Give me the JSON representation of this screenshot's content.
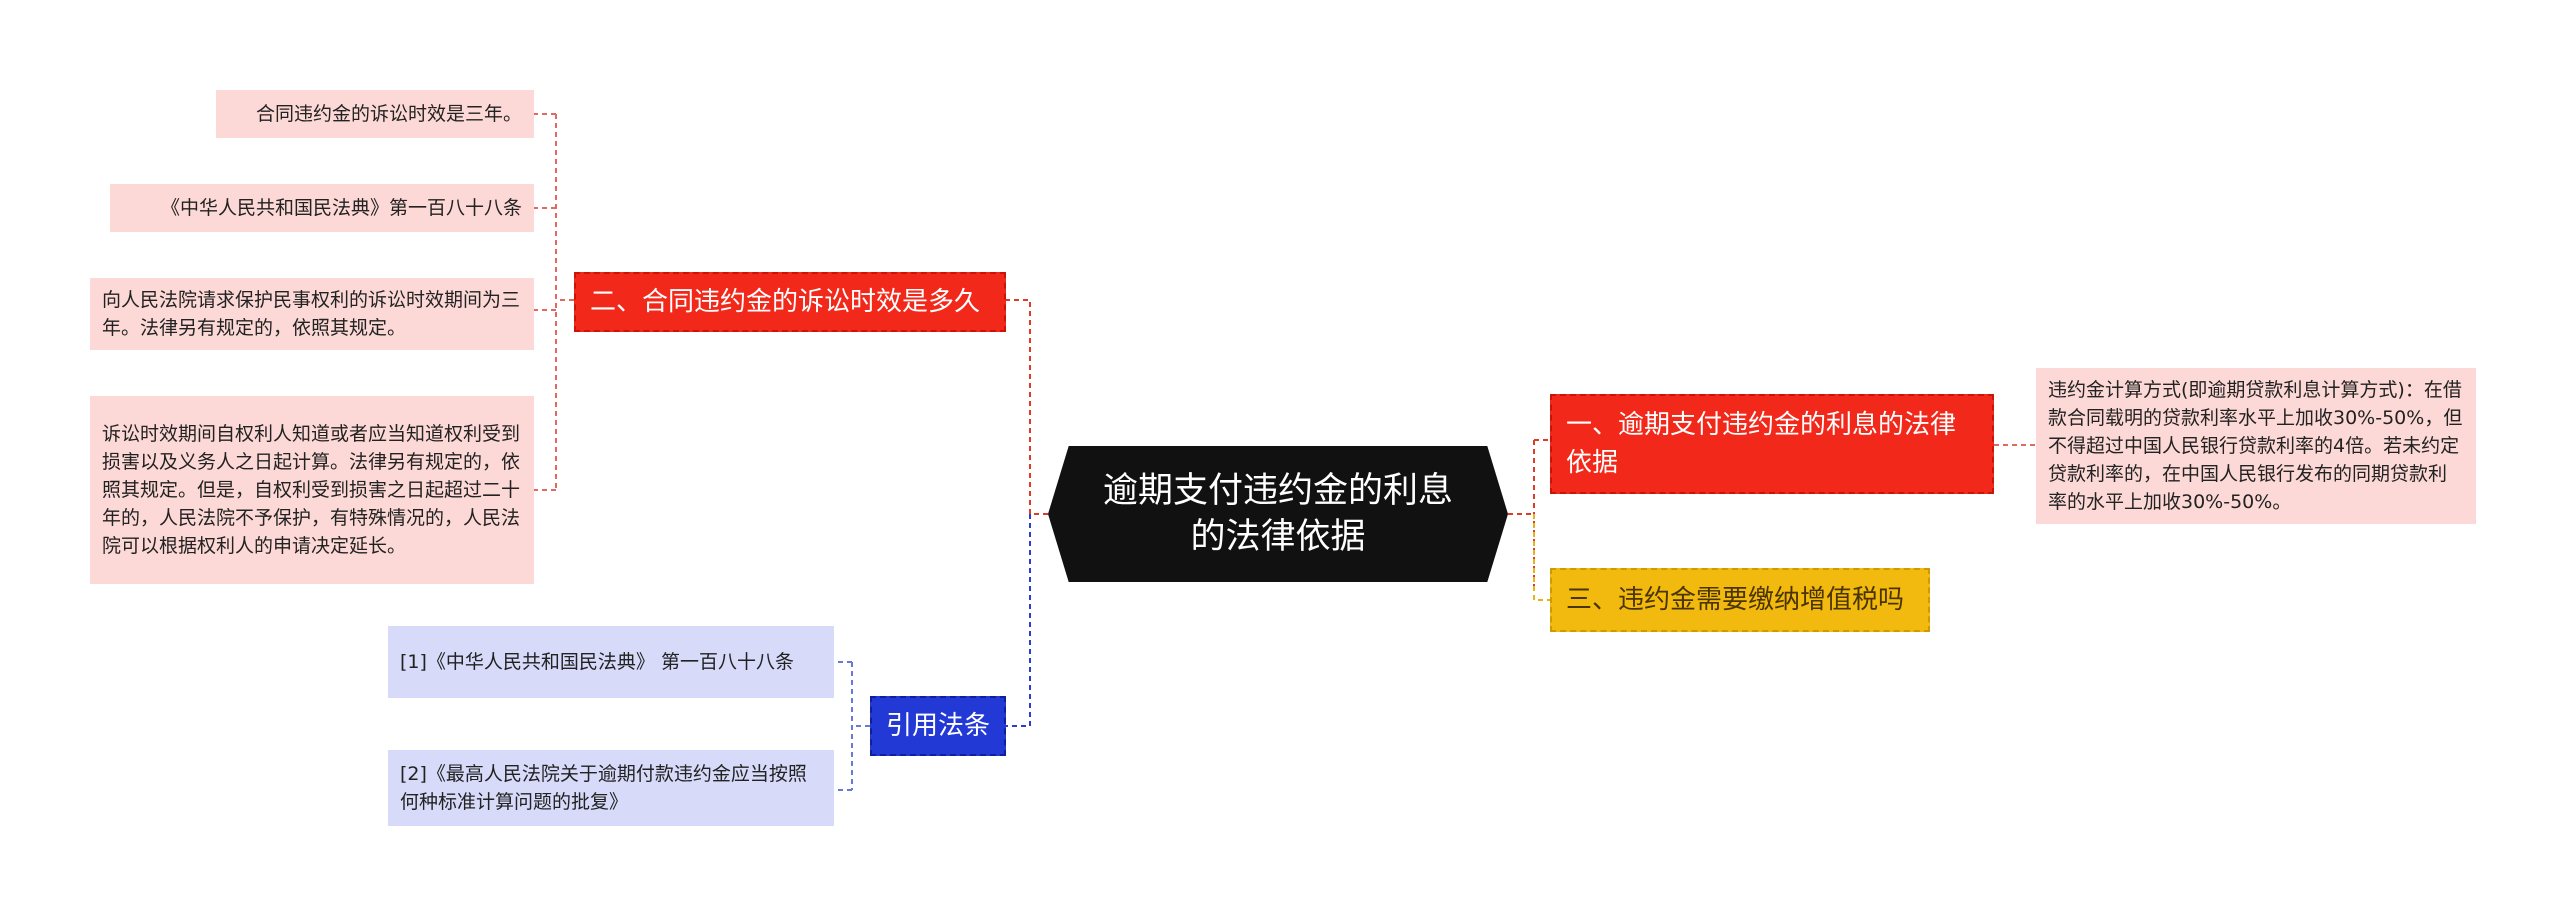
{
  "root": {
    "title": "逾期支付违约金的利息的法律依据"
  },
  "branches": [
    {
      "label": "一、逾期支付违约金的利息的法律依据",
      "color": "#f2291a",
      "children": [
        "违约金计算方式(即逾期贷款利息计算方式)：在借款合同载明的贷款利率水平上加收30%-50%，但不得超过中国人民银行贷款利率的4倍。若未约定贷款利率的，在中国人民银行发布的同期贷款利率的水平上加收30%-50%。"
      ]
    },
    {
      "label": "二、合同违约金的诉讼时效是多久",
      "color": "#f2291a",
      "children": [
        "合同违约金的诉讼时效是三年。",
        "《中华人民共和国民法典》第一百八十八条",
        "向人民法院请求保护民事权利的诉讼时效期间为三年。法律另有规定的，依照其规定。",
        "诉讼时效期间自权利人知道或者应当知道权利受到损害以及义务人之日起计算。法律另有规定的，依照其规定。但是，自权利受到损害之日起超过二十年的，人民法院不予保护，有特殊情况的，人民法院可以根据权利人的申请决定延长。"
      ]
    },
    {
      "label": "三、违约金需要缴纳增值税吗",
      "color": "#f2b90e",
      "children": []
    },
    {
      "label": "引用法条",
      "color": "#2239d6",
      "children": [
        "[1]《中华人民共和国民法典》 第一百八十八条",
        "[2]《最高人民法院关于逾期付款违约金应当按照何种标准计算问题的批复》"
      ]
    }
  ]
}
